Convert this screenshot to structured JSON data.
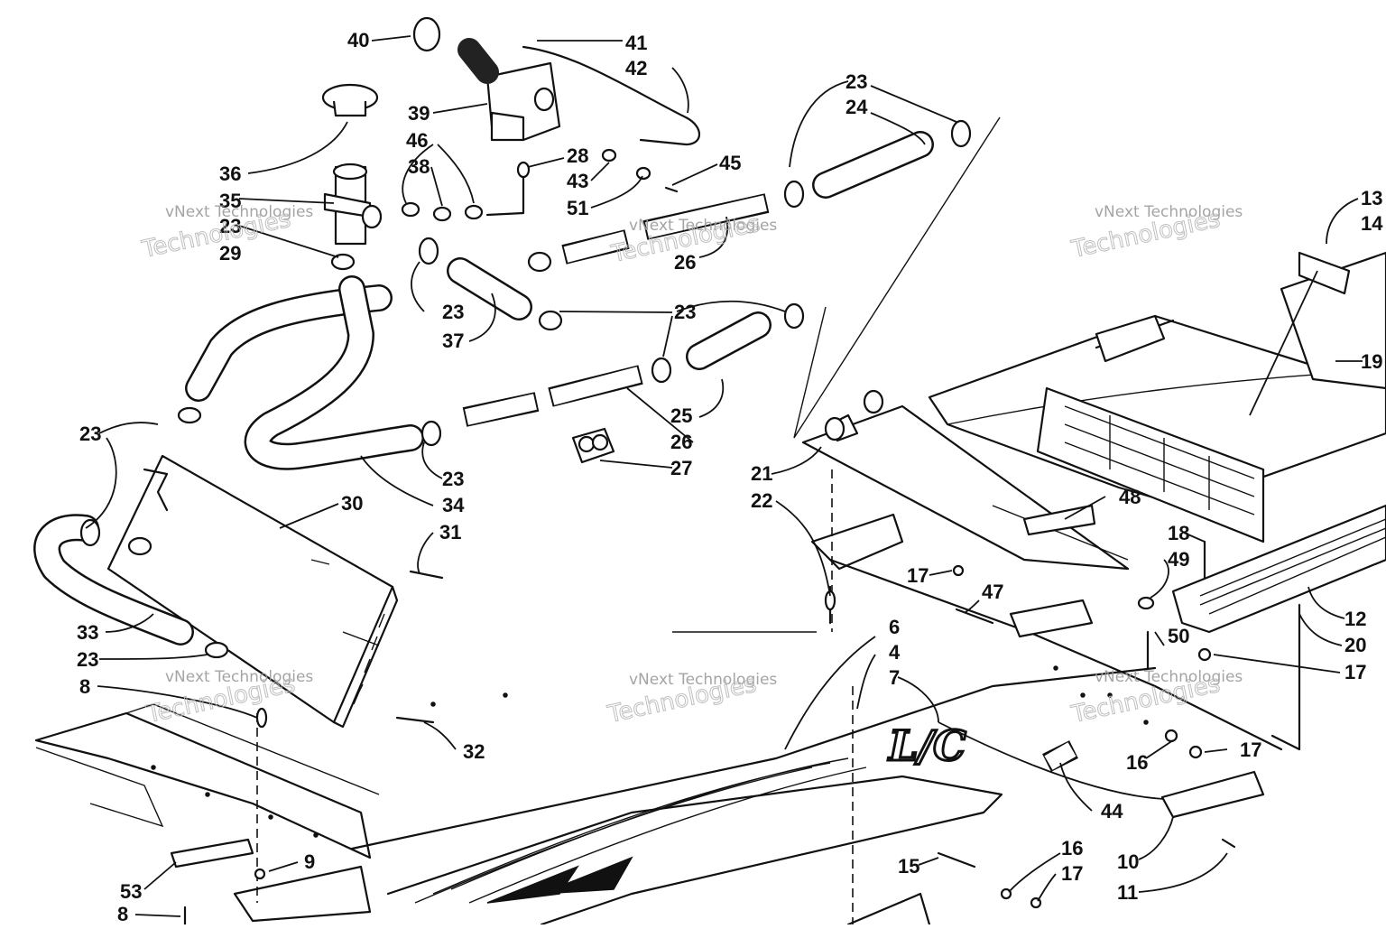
{
  "watermark": {
    "line1": "vNext Technologies",
    "line2": "Technologies"
  },
  "logo_text": "L/C",
  "callouts": [
    {
      "id": "c40",
      "text": "40"
    },
    {
      "id": "c41",
      "text": "41"
    },
    {
      "id": "c42",
      "text": "42"
    },
    {
      "id": "c39",
      "text": "39"
    },
    {
      "id": "c36",
      "text": "36"
    },
    {
      "id": "c46",
      "text": "46"
    },
    {
      "id": "c38",
      "text": "38"
    },
    {
      "id": "c28",
      "text": "28"
    },
    {
      "id": "c43",
      "text": "43"
    },
    {
      "id": "c45",
      "text": "45"
    },
    {
      "id": "c51",
      "text": "51"
    },
    {
      "id": "c35",
      "text": "35"
    },
    {
      "id": "c23a",
      "text": "23"
    },
    {
      "id": "c29",
      "text": "29"
    },
    {
      "id": "c23b",
      "text": "23"
    },
    {
      "id": "c24",
      "text": "24"
    },
    {
      "id": "c26a",
      "text": "26"
    },
    {
      "id": "c23c",
      "text": "23"
    },
    {
      "id": "c37",
      "text": "37"
    },
    {
      "id": "c23d",
      "text": "23"
    },
    {
      "id": "c25",
      "text": "25"
    },
    {
      "id": "c26b",
      "text": "26"
    },
    {
      "id": "c27",
      "text": "27"
    },
    {
      "id": "c23e",
      "text": "23"
    },
    {
      "id": "c34",
      "text": "34"
    },
    {
      "id": "c23f",
      "text": "23"
    },
    {
      "id": "c30",
      "text": "30"
    },
    {
      "id": "c31",
      "text": "31"
    },
    {
      "id": "c33",
      "text": "33"
    },
    {
      "id": "c23g",
      "text": "23"
    },
    {
      "id": "c8a",
      "text": "8"
    },
    {
      "id": "c32",
      "text": "32"
    },
    {
      "id": "c9",
      "text": "9"
    },
    {
      "id": "c53",
      "text": "53"
    },
    {
      "id": "c8b",
      "text": "8"
    },
    {
      "id": "c13",
      "text": "13"
    },
    {
      "id": "c14",
      "text": "14"
    },
    {
      "id": "c19",
      "text": "19"
    },
    {
      "id": "c21",
      "text": "21"
    },
    {
      "id": "c22",
      "text": "22"
    },
    {
      "id": "c48",
      "text": "48"
    },
    {
      "id": "c18",
      "text": "18"
    },
    {
      "id": "c49",
      "text": "49"
    },
    {
      "id": "c17a",
      "text": "17"
    },
    {
      "id": "c47",
      "text": "47"
    },
    {
      "id": "c12",
      "text": "12"
    },
    {
      "id": "c20",
      "text": "20"
    },
    {
      "id": "c50",
      "text": "50"
    },
    {
      "id": "c17b",
      "text": "17"
    },
    {
      "id": "c6",
      "text": "6"
    },
    {
      "id": "c4",
      "text": "4"
    },
    {
      "id": "c7",
      "text": "7"
    },
    {
      "id": "c16a",
      "text": "16"
    },
    {
      "id": "c17c",
      "text": "17"
    },
    {
      "id": "c44",
      "text": "44"
    },
    {
      "id": "c10",
      "text": "10"
    },
    {
      "id": "c11",
      "text": "11"
    },
    {
      "id": "c15",
      "text": "15"
    },
    {
      "id": "c16b",
      "text": "16"
    },
    {
      "id": "c17d",
      "text": "17"
    }
  ]
}
